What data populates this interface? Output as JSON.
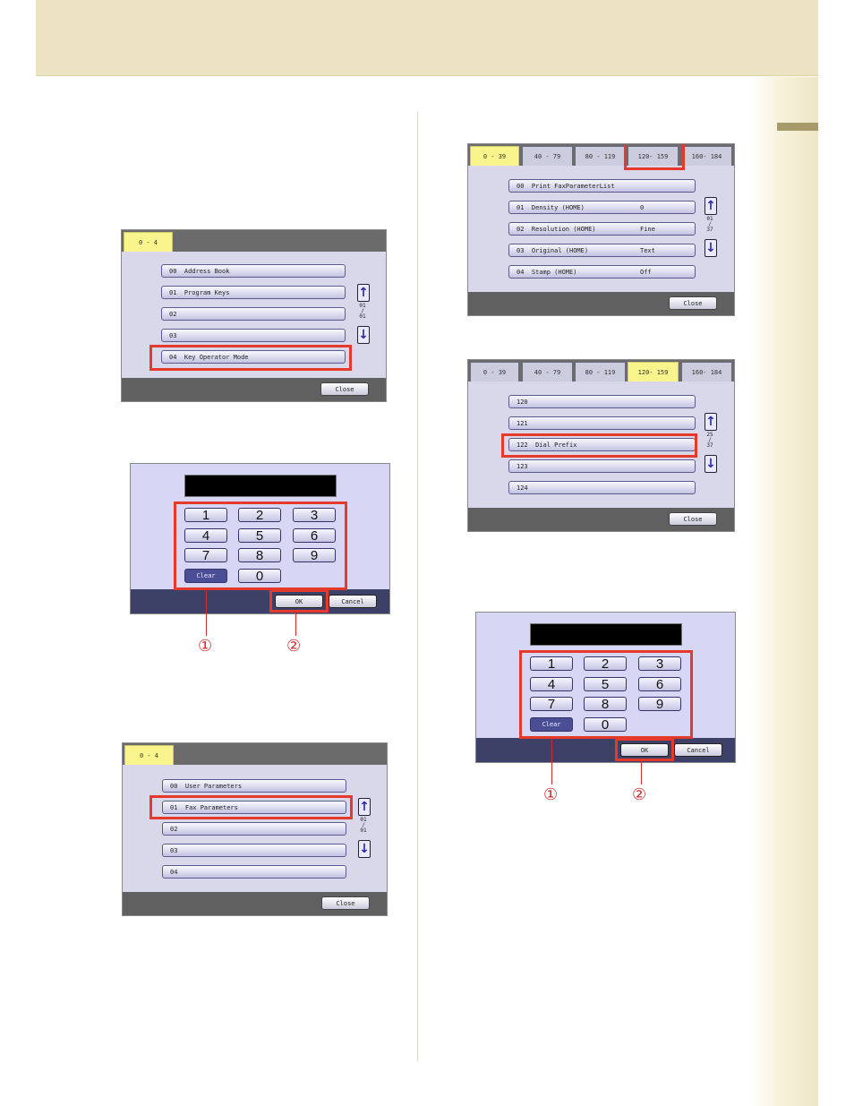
{
  "screens": {
    "key_operator_menu": {
      "tab": "0 - 4",
      "items": [
        "00  Address Book",
        "01  Program Keys",
        "02",
        "03",
        "04  Key Operator Mode"
      ],
      "pager": [
        "01",
        "/",
        "01"
      ],
      "close": "Close"
    },
    "keypad": {
      "keys": [
        "1",
        "2",
        "3",
        "4",
        "5",
        "6",
        "7",
        "8",
        "9",
        "Clear",
        "0"
      ],
      "ok": "OK",
      "cancel": "Cancel",
      "callouts": [
        "①",
        "②"
      ]
    },
    "key_operator_mode": {
      "tab": "0 - 4",
      "items": [
        "00  User Parameters",
        "01  Fax Parameters",
        "02",
        "03",
        "04"
      ],
      "pager": [
        "01",
        "/",
        "01"
      ],
      "close": "Close"
    },
    "fax_parameters_1": {
      "tabs": [
        "0 - 39",
        "40 - 79",
        "80 - 119",
        "120- 159",
        "160- 184"
      ],
      "items": [
        {
          "label": "00  Print FaxParameterList",
          "value": ""
        },
        {
          "label": "01  Density (HOME)",
          "value": "0"
        },
        {
          "label": "02  Resolution (HOME)",
          "value": "Fine"
        },
        {
          "label": "03  Original (HOME)",
          "value": "Text"
        },
        {
          "label": "04  Stamp (HOME)",
          "value": "Off"
        }
      ],
      "pager": [
        "01",
        "/",
        "37"
      ],
      "close": "Close"
    },
    "fax_parameters_2": {
      "tabs": [
        "0 - 39",
        "40 - 79",
        "80 - 119",
        "120- 159",
        "160- 184"
      ],
      "items": [
        "120",
        "121",
        "122  Dial Prefix",
        "123",
        "124"
      ],
      "pager": [
        "25",
        "/",
        "37"
      ],
      "close": "Close"
    }
  },
  "colors": {
    "header_band": "#ece3c2",
    "highlight": "#e4392b",
    "active_tab": "#f9f58c",
    "panel_bg": "#d9d8eb"
  },
  "icons": [
    "arrow-up-icon",
    "arrow-down-icon"
  ]
}
